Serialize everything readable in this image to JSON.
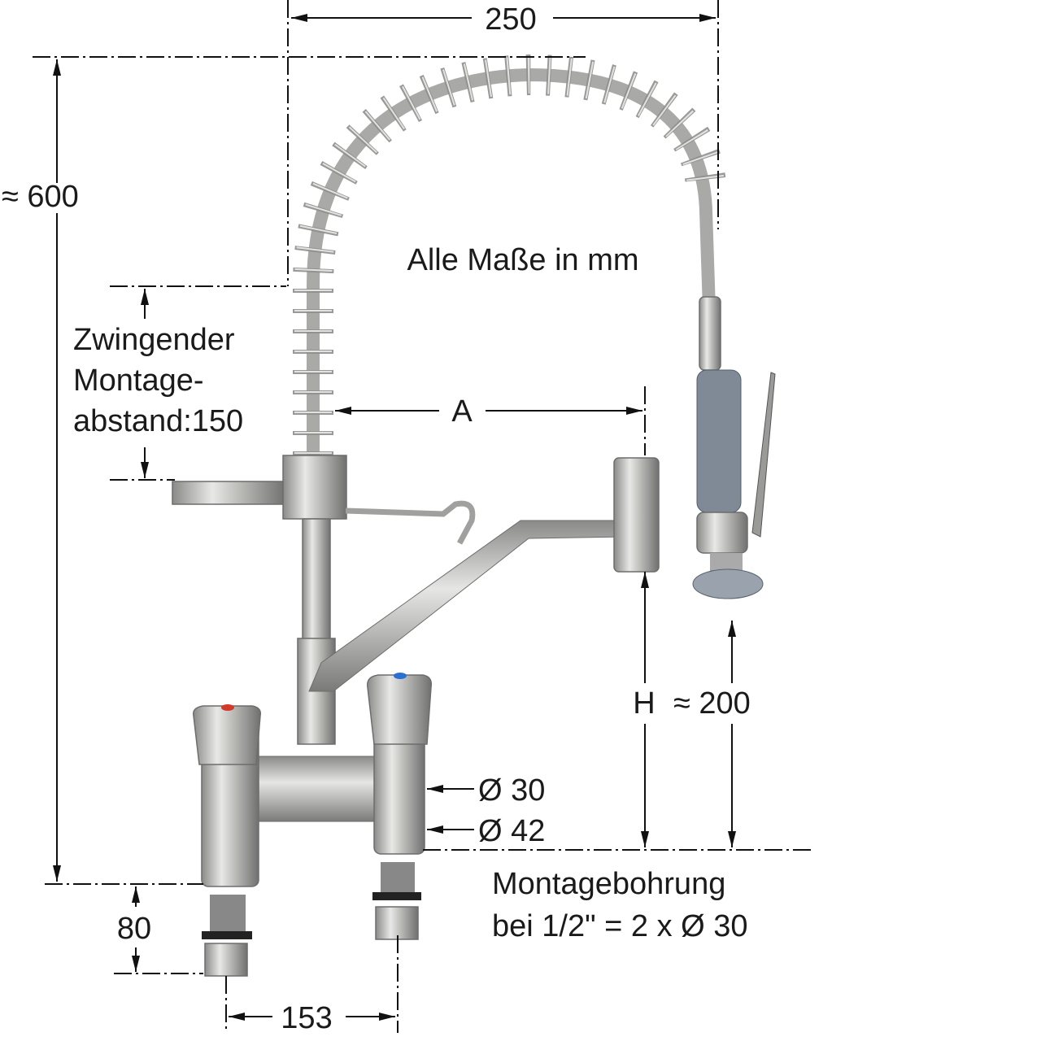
{
  "title": "Vorspülbrause Maßzeichnung",
  "note": "Alle Maße in mm",
  "dimensions": {
    "width_top": "250",
    "height_total": "≈ 600",
    "mount_distance": [
      "Zwingender",
      "Montage-",
      "abstand:150"
    ],
    "spout_reach": "A",
    "spout_height": "H",
    "spray_height": "≈ 200",
    "diameter_small": "Ø 30",
    "diameter_large": "Ø 42",
    "bottom_height": "80",
    "center_distance": "153"
  },
  "mounting": {
    "line1": "Montagebohrung",
    "line2": "bei 1/2\" = 2 x Ø 30"
  },
  "colors": {
    "hot": "#d23a2a",
    "cold": "#2a6fd2",
    "handle_grip": "#7f8a96"
  }
}
